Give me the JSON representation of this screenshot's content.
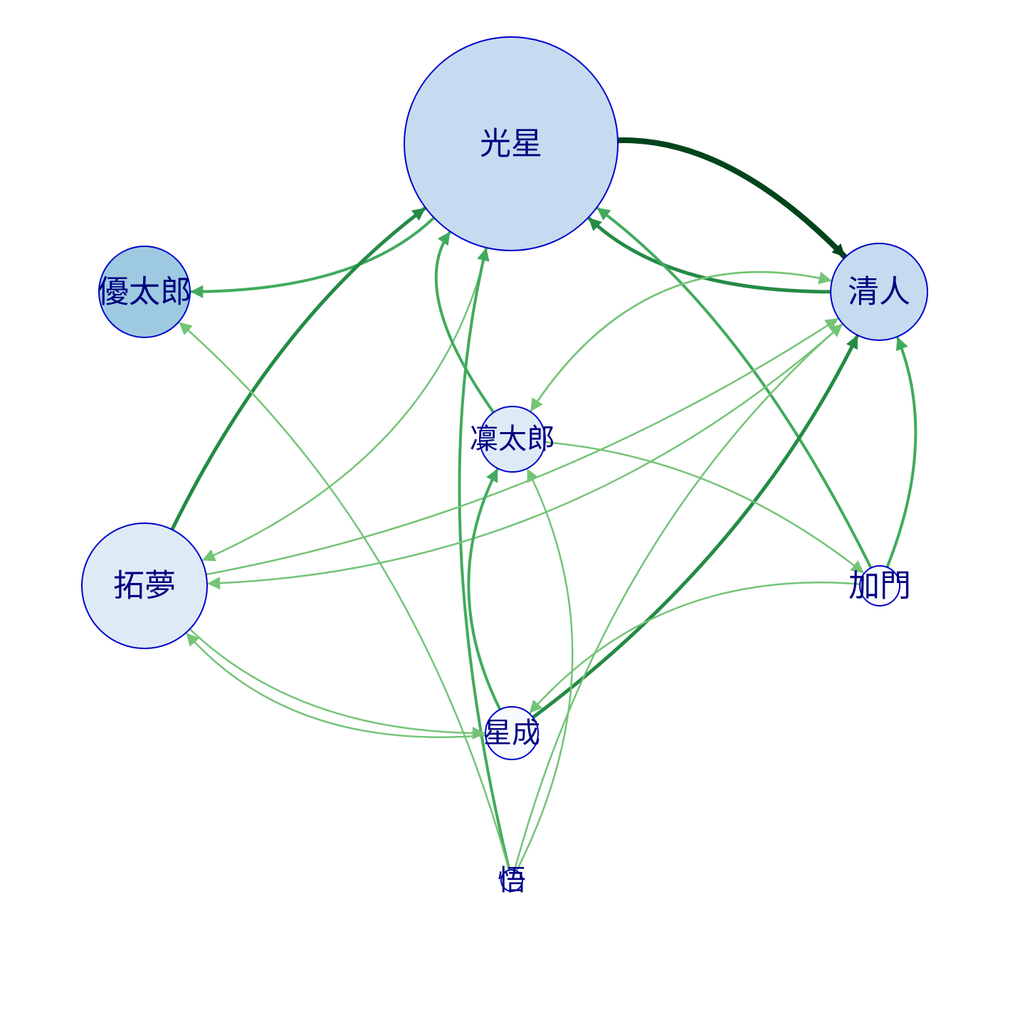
{
  "nodes": [
    {
      "id": "kousei",
      "label": "光星",
      "fill": "#c6dbef"
    },
    {
      "id": "yutaro",
      "label": "優太郎",
      "fill": "#9ecae1"
    },
    {
      "id": "kiyoto",
      "label": "清人",
      "fill": "#c6dbef"
    },
    {
      "id": "rintaro",
      "label": "凜太郎",
      "fill": "#deebf7"
    },
    {
      "id": "takumu",
      "label": "拓夢",
      "fill": "#deebf7"
    },
    {
      "id": "kamon",
      "label": "加門",
      "fill": "#f7fbff"
    },
    {
      "id": "hoshinari",
      "label": "星成",
      "fill": "#f7fbff"
    },
    {
      "id": "satoru",
      "label": "悟",
      "fill": "#f7fbff"
    }
  ],
  "edges": [
    {
      "from": "kousei",
      "to": "kiyoto",
      "color": "#00441b"
    },
    {
      "from": "kiyoto",
      "to": "kousei",
      "color": "#238b45"
    },
    {
      "from": "kousei",
      "to": "yutaro",
      "color": "#41ab5d"
    },
    {
      "from": "takumu",
      "to": "kousei",
      "color": "#238b45"
    },
    {
      "from": "kousei",
      "to": "takumu",
      "color": "#74c476"
    },
    {
      "from": "rintaro",
      "to": "kousei",
      "color": "#41ab5d"
    },
    {
      "from": "satoru",
      "to": "kousei",
      "color": "#41ab5d"
    },
    {
      "from": "kamon",
      "to": "kousei",
      "color": "#41ab5d"
    },
    {
      "from": "hoshinari",
      "to": "kiyoto",
      "color": "#238b45"
    },
    {
      "from": "kamon",
      "to": "kiyoto",
      "color": "#41ab5d"
    },
    {
      "from": "takumu",
      "to": "kiyoto",
      "color": "#74c476"
    },
    {
      "from": "kiyoto",
      "to": "rintaro",
      "color": "#74c476"
    },
    {
      "from": "rintaro",
      "to": "kiyoto",
      "color": "#74c476"
    },
    {
      "from": "kiyoto",
      "to": "takumu",
      "color": "#74c476"
    },
    {
      "from": "satoru",
      "to": "kiyoto",
      "color": "#74c476"
    },
    {
      "from": "hoshinari",
      "to": "rintaro",
      "color": "#41ab5d"
    },
    {
      "from": "hoshinari",
      "to": "takumu",
      "color": "#74c476"
    },
    {
      "from": "rintaro",
      "to": "kamon",
      "color": "#74c476"
    },
    {
      "from": "takumu",
      "to": "hoshinari",
      "color": "#74c476"
    },
    {
      "from": "kamon",
      "to": "hoshinari",
      "color": "#74c476"
    },
    {
      "from": "satoru",
      "to": "yutaro",
      "color": "#74c476"
    },
    {
      "from": "satoru",
      "to": "rintaro",
      "color": "#74c476"
    }
  ]
}
